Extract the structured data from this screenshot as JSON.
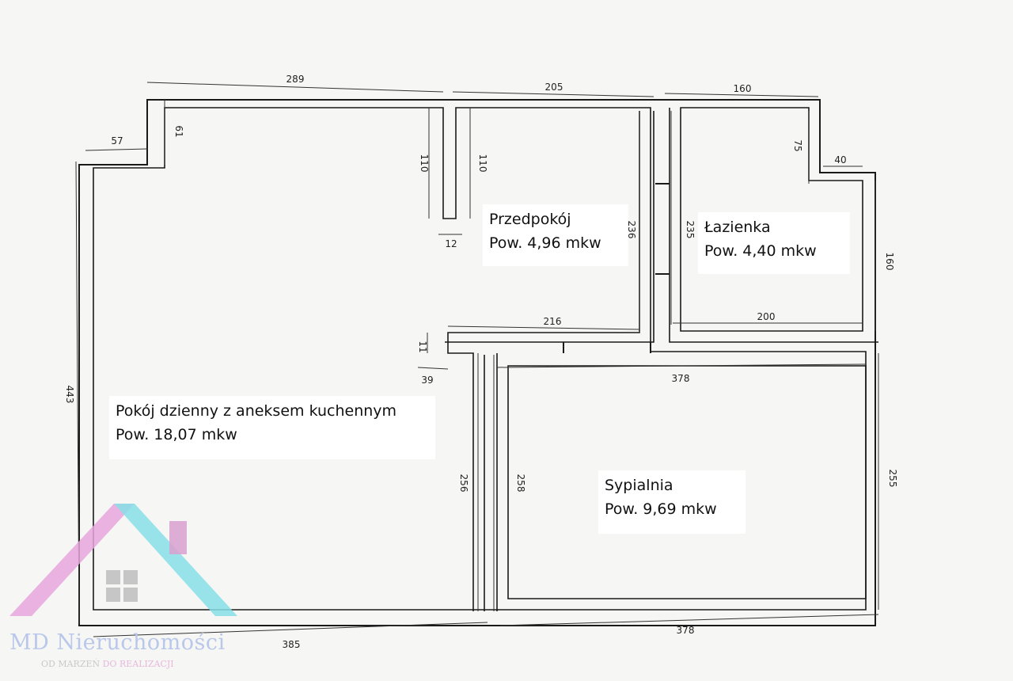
{
  "rooms": [
    {
      "name": "Przedpokój",
      "area": "Pow. 4,96 mkw"
    },
    {
      "name": "Łazienka",
      "area": "Pow. 4,40 mkw"
    },
    {
      "name": "Pokój dzienny z aneksem kuchennym",
      "area": "Pow. 18,07 mkw"
    },
    {
      "name": "Sypialnia",
      "area": "Pow. 9,69 mkw"
    }
  ],
  "dimensions": {
    "top_left": "289",
    "top_middle": "205",
    "top_right": "160",
    "step_width": "57",
    "step_height": "61",
    "stub_left": "110",
    "stub_right": "110",
    "stub_thickness": "12",
    "hall_wall": "236",
    "bath_wall": "235",
    "bath_notch_height": "75",
    "bath_notch_width": "40",
    "right_upper": "160",
    "bath_bottom": "200",
    "hall_bottom": "216",
    "wall_thickness": "11",
    "wall_offset": "39",
    "bedroom_top": "378",
    "living_wall": "256",
    "bedroom_wall": "258",
    "right_lower": "255",
    "left_height": "443",
    "bottom_left": "385",
    "bottom_right": "378"
  },
  "logo": {
    "name": "MD Nieruchomości",
    "tagline_part1": "OD MARZEŃ",
    "tagline_part2": "DO REALIZACJI",
    "colors": {
      "pink": "#e7a6dc",
      "teal": "#86dfe6",
      "gray": "#c6c6c6",
      "name": "#b9c8ea"
    }
  }
}
